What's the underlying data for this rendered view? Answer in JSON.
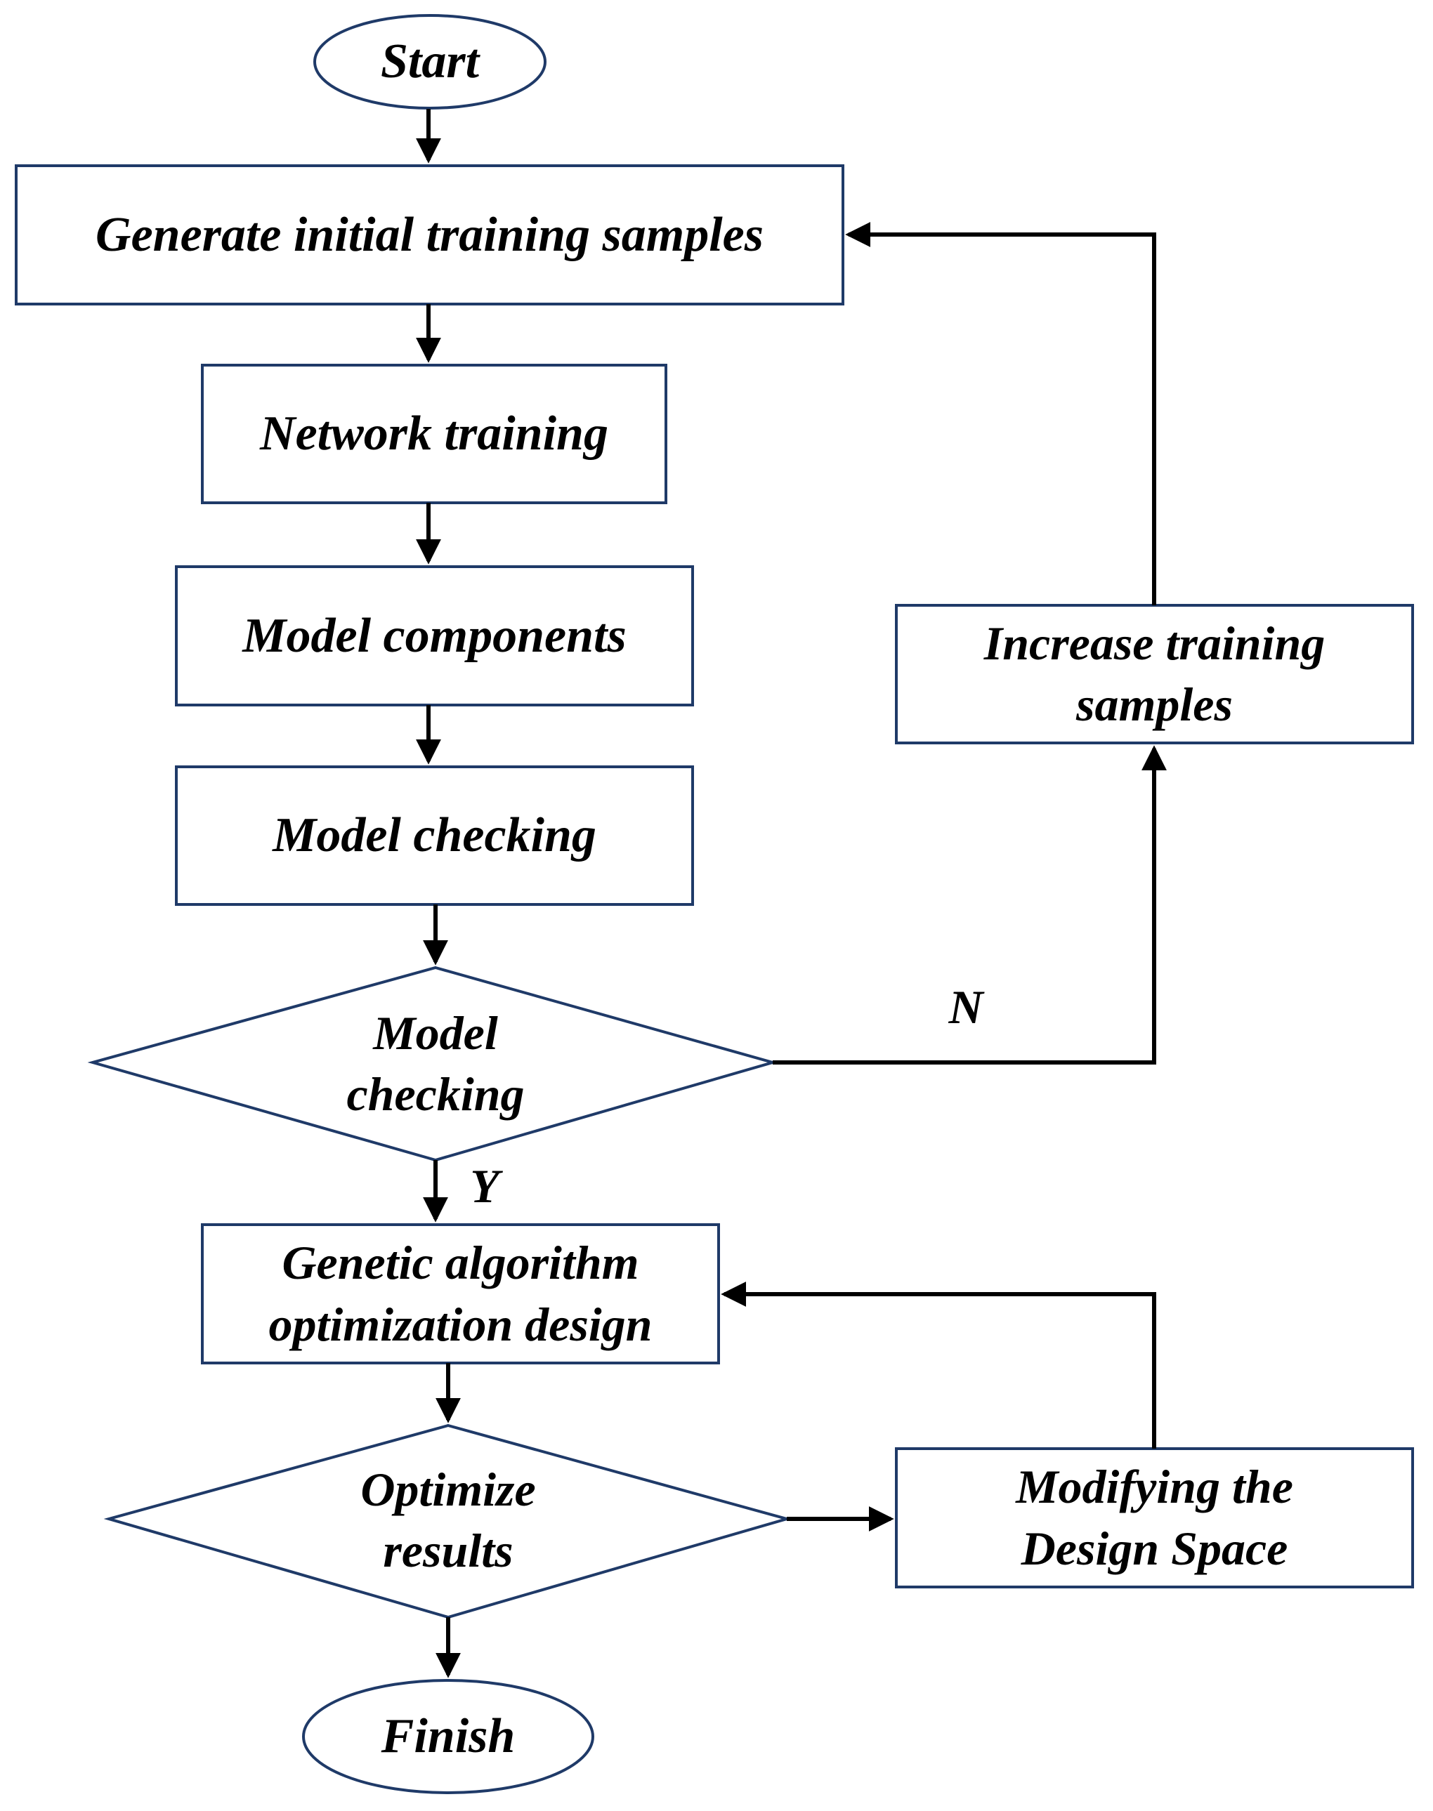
{
  "nodes": {
    "start": "Start",
    "generate": "Generate initial training samples",
    "network_training": "Network training",
    "model_components": "Model components",
    "model_checking_step": "Model checking",
    "model_checking_decision": "Model\nchecking",
    "increase_samples": "Increase training\nsamples",
    "ga_design": "Genetic algorithm\noptimization design",
    "optimize_results": "Optimize\nresults",
    "modify_space": "Modifying the\nDesign Space",
    "finish": "Finish"
  },
  "edge_labels": {
    "no": "N",
    "yes": "Y"
  },
  "colors": {
    "node_border": "#1f3a68",
    "arrow": "#000000"
  }
}
